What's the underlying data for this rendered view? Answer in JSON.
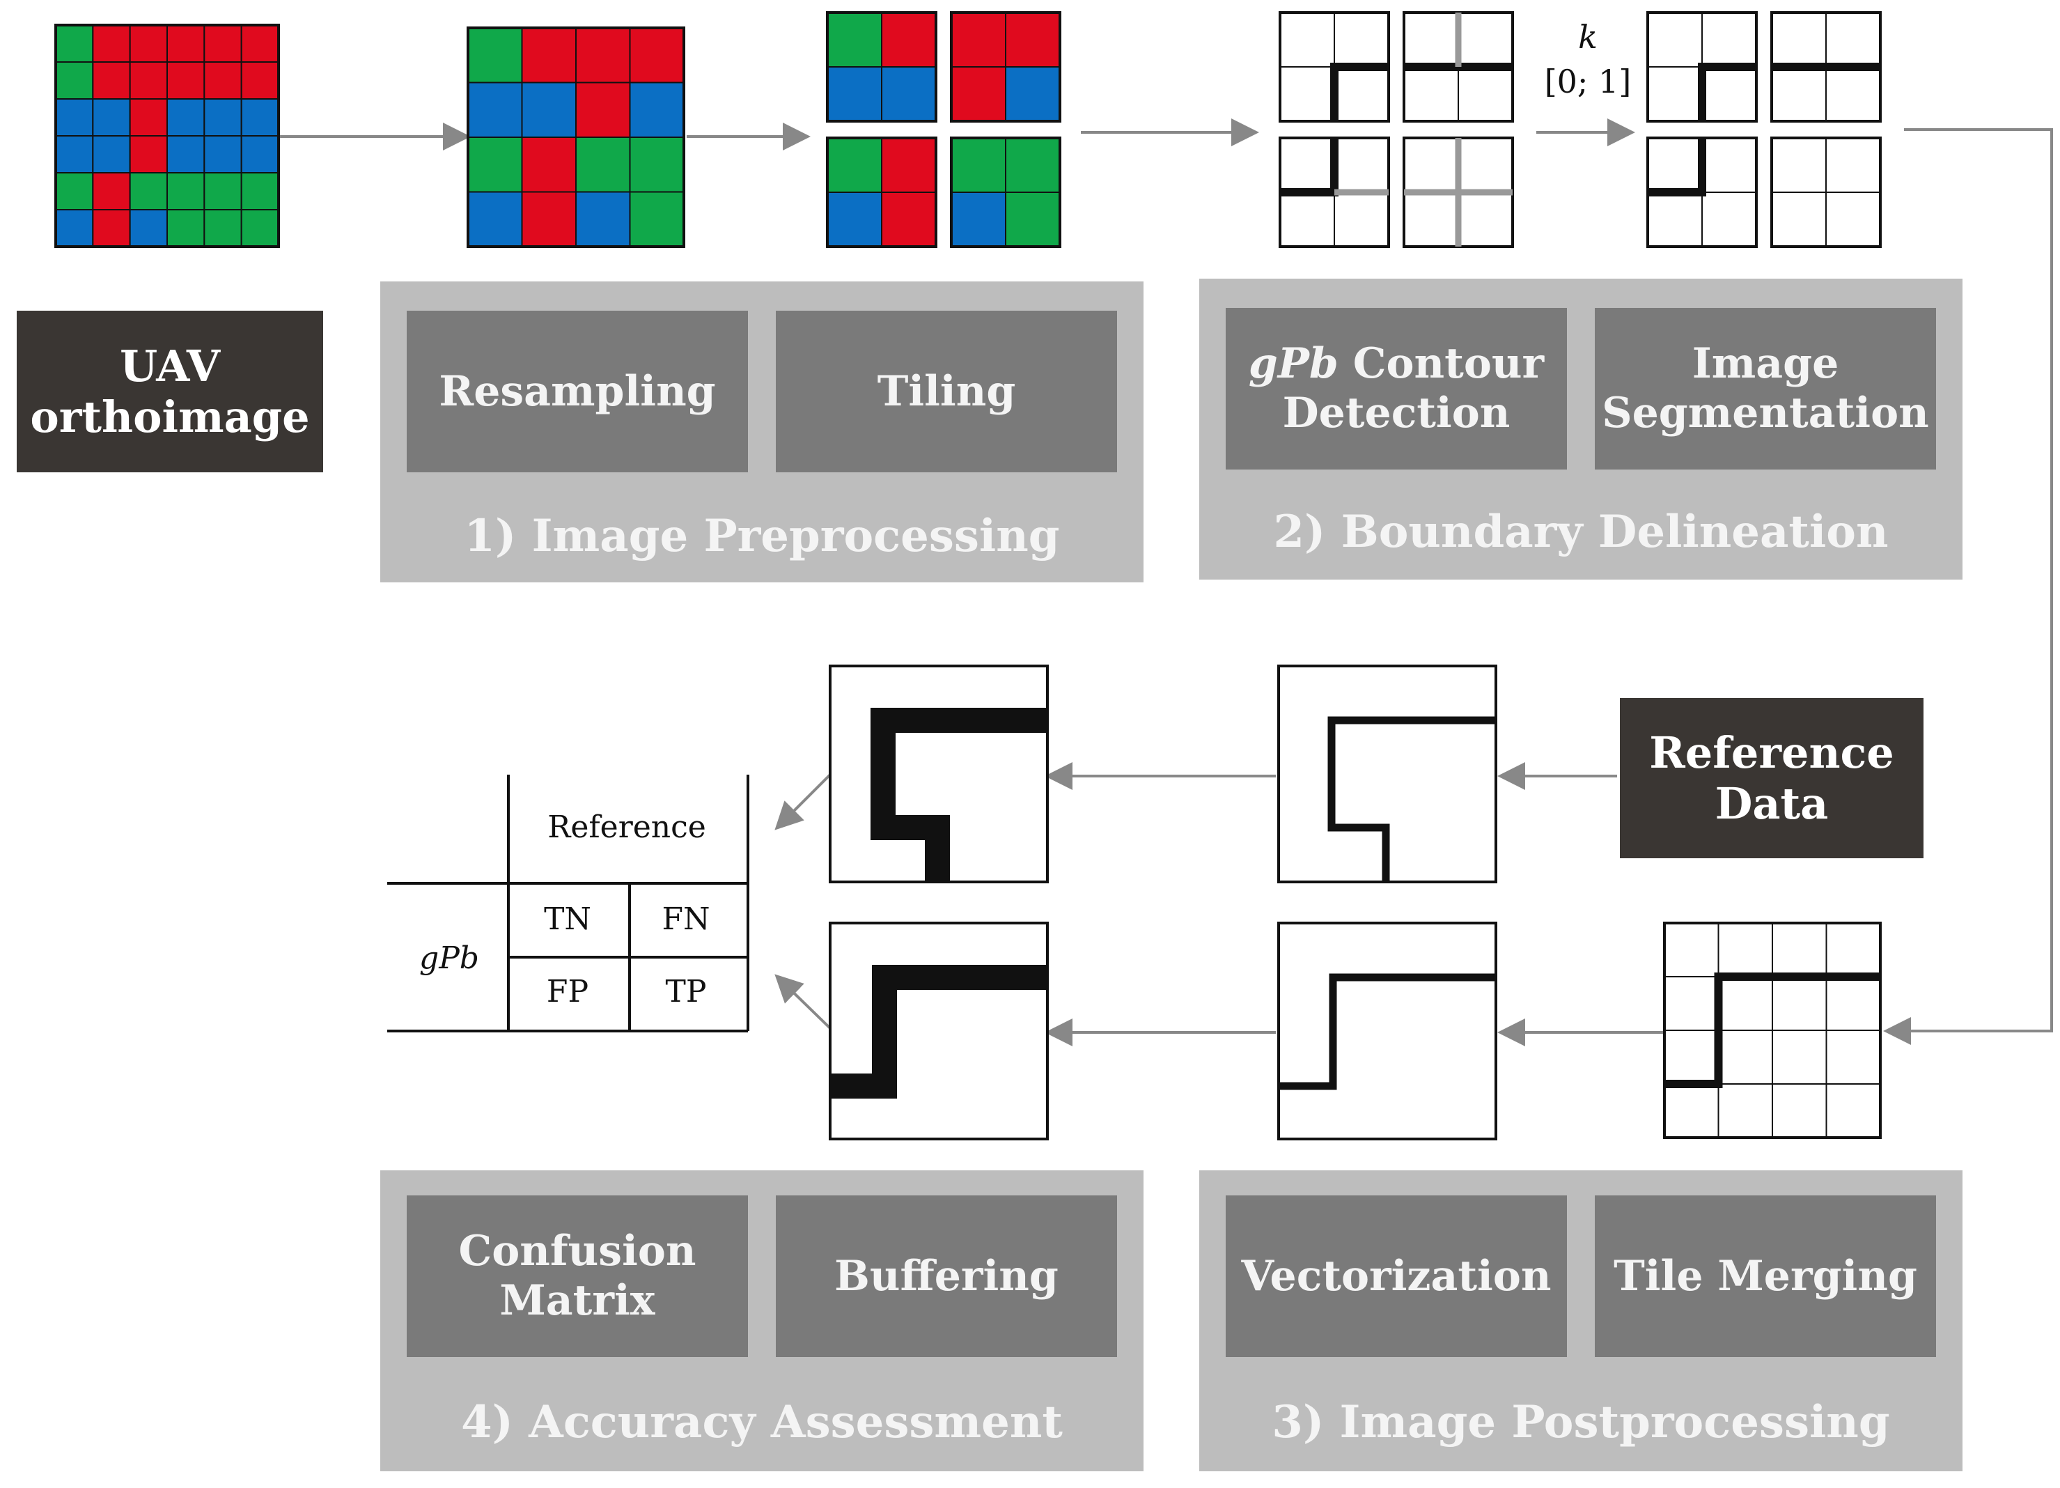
{
  "input": {
    "label": "UAV\northoimage"
  },
  "stage1": {
    "title": "1) Image Preprocessing",
    "steps": [
      "Resampling",
      "Tiling"
    ]
  },
  "stage2": {
    "title": "2) Boundary Delineation",
    "step1_italic": "gPb",
    "step1_rest": " Contour\nDetection",
    "step2": "Image\nSegmentation"
  },
  "stage3": {
    "title": "3) Image Postprocessing",
    "steps": [
      "Vectorization",
      "Tile Merging"
    ]
  },
  "stage4": {
    "title": "4) Accuracy Assessment",
    "steps": [
      "Confusion\nMatrix",
      "Buffering"
    ]
  },
  "reference_box": {
    "label": "Reference\nData"
  },
  "threshold": {
    "symbol": "k",
    "range": "[0; 1]"
  },
  "confusion_matrix": {
    "column_header": "Reference",
    "row_header": "gPb",
    "cells": [
      "TN",
      "FN",
      "FP",
      "TP"
    ]
  },
  "colors": {
    "red": "#e00a1e",
    "green": "#10a84a",
    "blue": "#0b6fc4",
    "panel": "#bdbdbd",
    "step": "#7a7a7a",
    "dark": "#3a3633",
    "arrow": "#888888"
  }
}
